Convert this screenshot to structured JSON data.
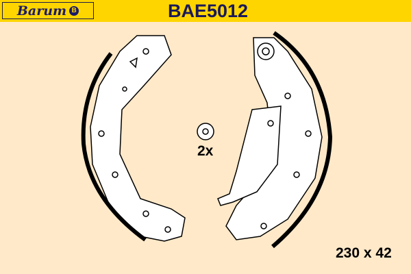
{
  "header": {
    "brand": "Barum",
    "part_number": "BAE5012"
  },
  "diagram": {
    "quantity_label": "2x",
    "dimensions_label": "230 x 42"
  },
  "colors": {
    "header": "#FFD500",
    "background": "#FFE9C9",
    "ink": "#1a1a5a"
  }
}
